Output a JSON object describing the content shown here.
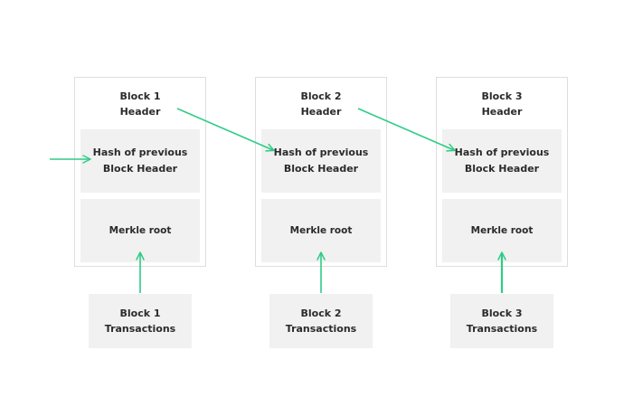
{
  "diagram": {
    "accent_color": "#2ecc85",
    "blocks": [
      {
        "header_line1": "Block 1",
        "header_line2": "Header",
        "hash_line1": "Hash of previous",
        "hash_line2": "Block Header",
        "merkle": "Merkle root",
        "tx_line1": "Block 1",
        "tx_line2": "Transactions"
      },
      {
        "header_line1": "Block 2",
        "header_line2": "Header",
        "hash_line1": "Hash of previous",
        "hash_line2": "Block Header",
        "merkle": "Merkle root",
        "tx_line1": "Block 2",
        "tx_line2": "Transactions"
      },
      {
        "header_line1": "Block 3",
        "header_line2": "Header",
        "hash_line1": "Hash of previous",
        "hash_line2": "Block Header",
        "merkle": "Merkle root",
        "tx_line1": "Block 3",
        "tx_line2": "Transactions"
      }
    ]
  }
}
